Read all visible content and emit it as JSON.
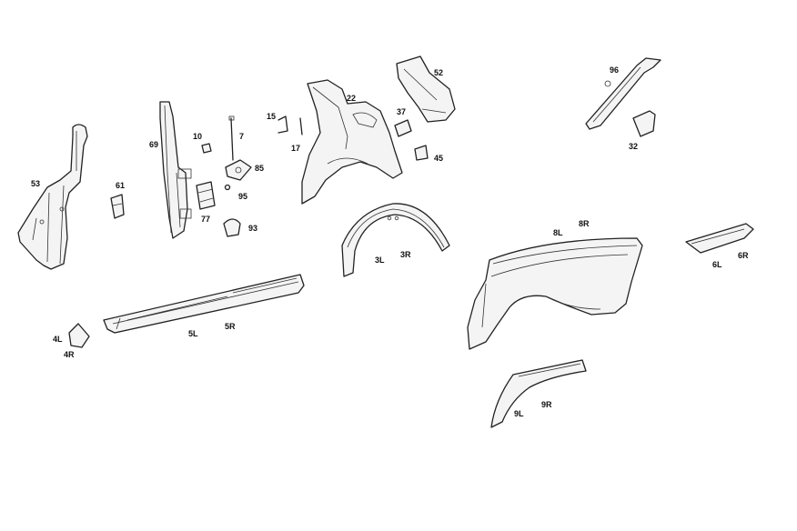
{
  "labels": {
    "p53": "53",
    "p61": "61",
    "p69": "69",
    "p10": "10",
    "p7": "7",
    "p85": "85",
    "p95": "95",
    "p77": "77",
    "p93": "93",
    "p15": "15",
    "p17": "17",
    "p22": "22",
    "p37": "37",
    "p45": "45",
    "p52": "52",
    "p96": "96",
    "p32": "32",
    "p3L": "3L",
    "p3R": "3R",
    "p8L": "8L",
    "p8R": "8R",
    "p6L": "6L",
    "p6R": "6R",
    "p4L": "4L",
    "p4R": "4R",
    "p5L": "5L",
    "p5R": "5R",
    "p9L": "9L",
    "p9R": "9R"
  }
}
